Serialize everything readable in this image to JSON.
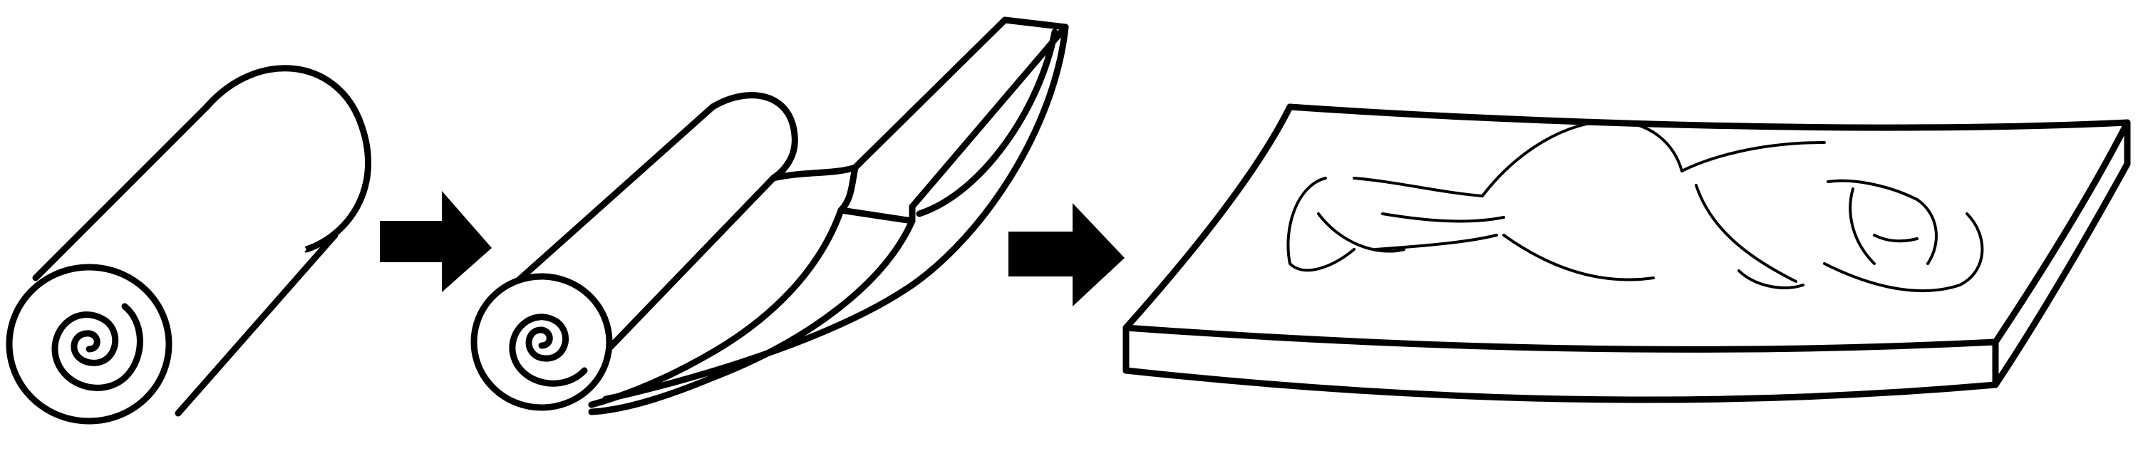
{
  "diagram": {
    "steps": [
      {
        "id": "rolled",
        "icon": "rolled-mattress-icon"
      },
      {
        "id": "unrolling",
        "icon": "unrolling-mattress-icon"
      },
      {
        "id": "flat-in-use",
        "icon": "person-sleeping-on-mattress-icon"
      }
    ],
    "connectors": [
      "right-arrow-icon",
      "right-arrow-icon"
    ],
    "colors": {
      "ink": "#000000",
      "background": "#ffffff"
    }
  }
}
